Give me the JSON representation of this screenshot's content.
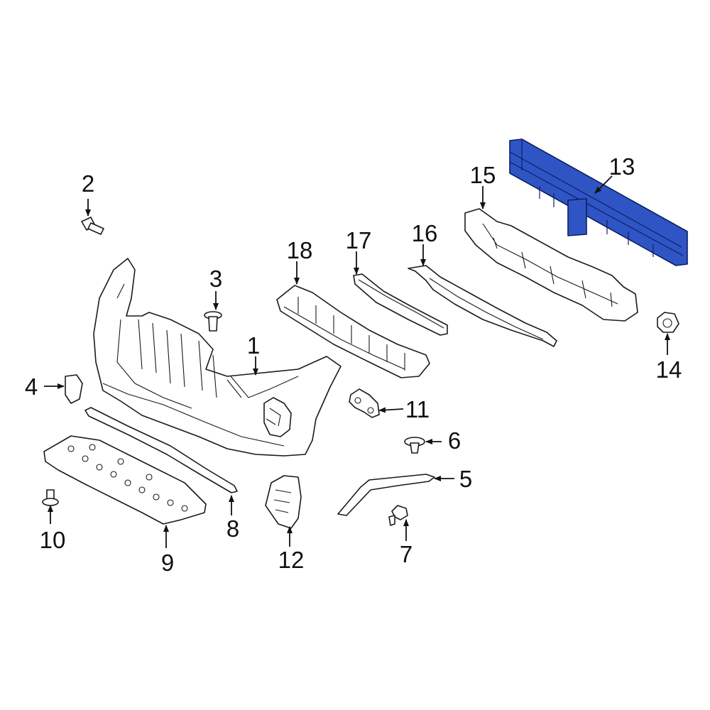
{
  "diagram": {
    "highlight_color": "#2f55c4",
    "callouts": [
      {
        "id": "c1",
        "label": "1"
      },
      {
        "id": "c2",
        "label": "2"
      },
      {
        "id": "c3",
        "label": "3"
      },
      {
        "id": "c4",
        "label": "4"
      },
      {
        "id": "c5",
        "label": "5"
      },
      {
        "id": "c6",
        "label": "6"
      },
      {
        "id": "c7",
        "label": "7"
      },
      {
        "id": "c8",
        "label": "8"
      },
      {
        "id": "c9",
        "label": "9"
      },
      {
        "id": "c10",
        "label": "10"
      },
      {
        "id": "c11",
        "label": "11"
      },
      {
        "id": "c12",
        "label": "12"
      },
      {
        "id": "c13",
        "label": "13"
      },
      {
        "id": "c14",
        "label": "14"
      },
      {
        "id": "c15",
        "label": "15"
      },
      {
        "id": "c16",
        "label": "16"
      },
      {
        "id": "c17",
        "label": "17"
      },
      {
        "id": "c18",
        "label": "18"
      }
    ]
  }
}
